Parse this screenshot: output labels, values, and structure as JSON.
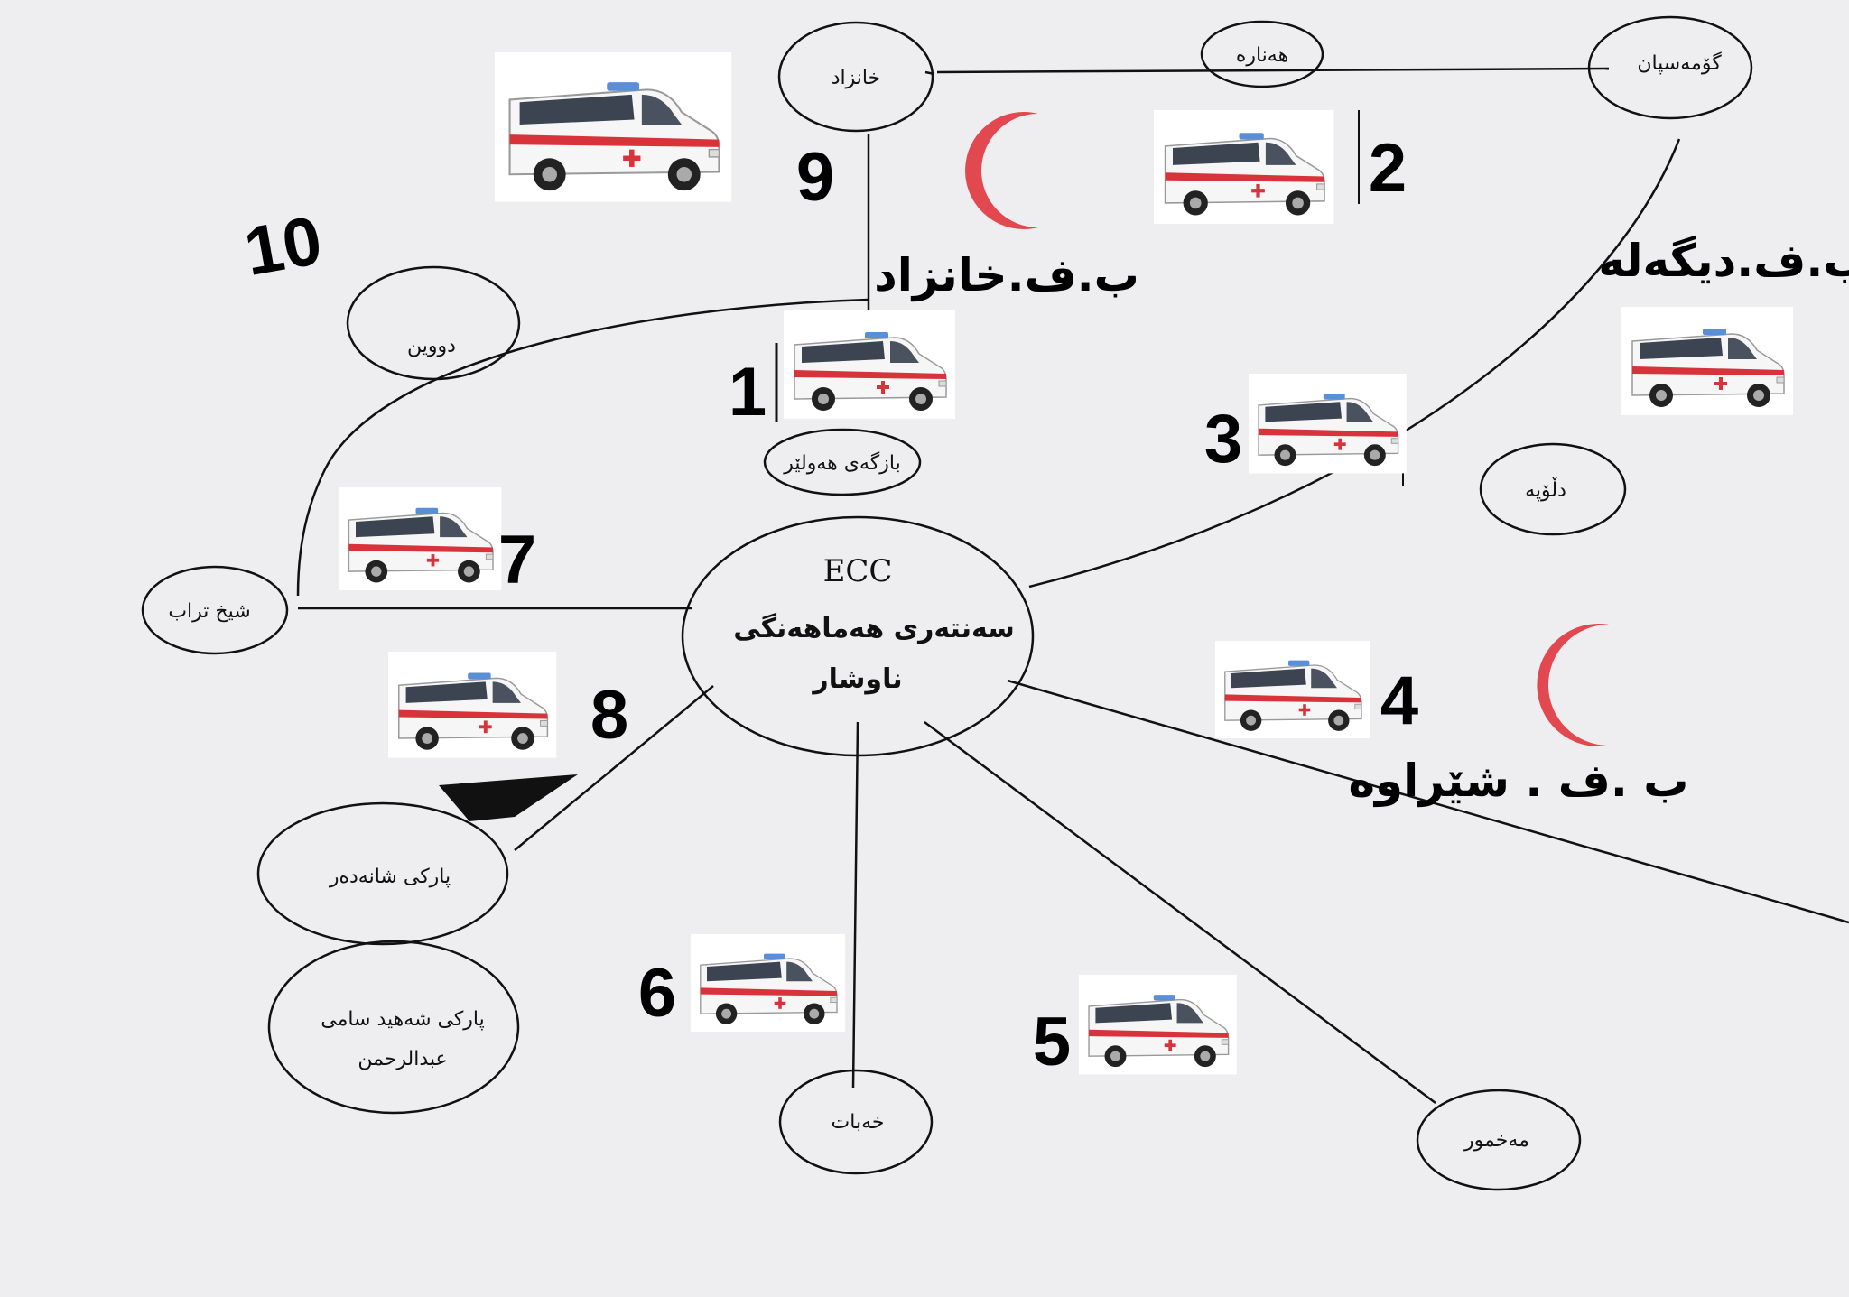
{
  "colors": {
    "crescent": "#e2484f",
    "line": "#111111",
    "paper": "#eeeef0",
    "ambulance_body": "#ffffff",
    "ambulance_stripe": "#d8333a"
  },
  "center": {
    "title": "ECC",
    "line1": "سەنتەری هەماهەنگی",
    "line2": "ناوشار"
  },
  "nodes": {
    "khanzad": "خانزاد",
    "henara": "هەناره",
    "gomaspan": "گۆمەسپان",
    "dwen": "دووین",
    "bazgai_hawler": "بازگەی هەولێر",
    "dlopa": "دڵۆپە",
    "sheikh_turab": "شیخ تراب",
    "parki_shanadar": "پارکی شانەدەر",
    "parki_shahid_sami_line1": "پارکی شەهید سامی",
    "parki_shahid_sami_line2": "عبدالرحمن",
    "khabat": "خەبات",
    "makhmur": "مەخمور"
  },
  "bases": {
    "khanzad": "ب.ف.خانزاد",
    "digala": "ب.ف.دیگەلە",
    "shirawa": "ب .ف . شێراوه"
  },
  "numbers": {
    "n1": "1",
    "n2": "2",
    "n3": "3",
    "n4": "4",
    "n5": "5",
    "n6": "6",
    "n7": "7",
    "n8": "8",
    "n9": "9",
    "n10": "10"
  },
  "ambulance_icon": "ambulance-icon",
  "crescent_icon": "red-crescent-icon"
}
